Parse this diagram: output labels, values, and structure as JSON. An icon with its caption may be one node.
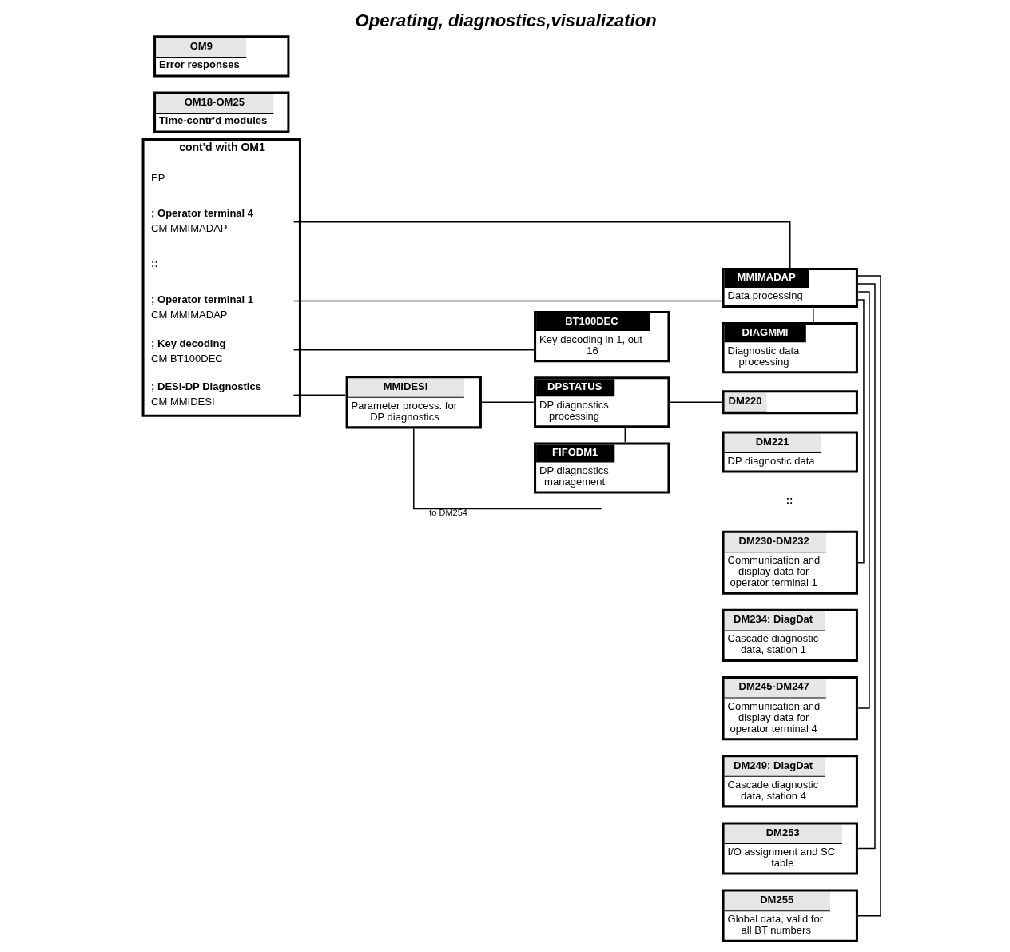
{
  "diagram": {
    "title": "Operating, diagnostics,visualization",
    "nodes": [
      {
        "text": [
          "cont'd with OM1"
        ]
      },
      {
        "text": [
          "; Key decoding",
          "CM BT100DEC"
        ],
        "in": 0
      },
      {
        "text": [
          "; DESI-DP Diagnostics",
          "CM MMIDESI"
        ],
        "in": 0
      },
      {
        "text": [
          "; Operator terminal 1",
          "CM MMIMADAP"
        ],
        "in": 0
      },
      {
        "text": [
          "::"
        ],
        "in": 0
      },
      {
        "text": [
          "; Operator terminal 4",
          "CM MMIMADAP"
        ],
        "in": 0
      },
      {
        "text": [
          "EP"
        ],
        "in": 0
      },
      {
        "text": [
          "BT100DEC",
          "Key decoding in 1, out 16"
        ]
      },
      {
        "text": [
          "MMIDESI",
          "Parameter process. for DP diagnostics"
        ]
      },
      {
        "text": [
          "DPSTATUS",
          "DP diagnostics processing"
        ]
      },
      {
        "text": [
          "FIFODM1",
          "DP diagnostics management"
        ]
      },
      {
        "text": [
          "DM220"
        ]
      },
      {
        "text": [
          "DM221",
          "DP diagnostic data"
        ]
      },
      {
        "text": [
          "MMIMADAP",
          "Data processing"
        ]
      },
      {
        "text": [
          "DIAGMMI",
          "Diagnostic data processing"
        ]
      },
      {
        "text": [
          "DM230-DM232",
          "Communication and display data for operator terminal 1"
        ]
      },
      {
        "text": [
          "DM234: DiagDat",
          "Cascade diagnostic data, station 1"
        ]
      },
      {
        "text": [
          "DM245-DM247",
          "Communication and display data for operator terminal 4"
        ]
      },
      {
        "text": [
          "DM249: DiagDat",
          "Cascade diagnostic data, station 4"
        ]
      },
      {
        "text": [
          "DM253",
          "I/O assignment and SC table"
        ]
      },
      {
        "text": [
          "DM255",
          "Global data, valid for all BT numbers"
        ]
      },
      {
        "text": [
          "OM9",
          "Error responses"
        ]
      },
      {
        "text": [
          "OM18-OM25",
          "Time-contr'd modules"
        ]
      }
    ],
    "edges": [
      {
        "from": 1,
        "to": 7,
        "arrow": "none"
      },
      {
        "from": 2,
        "to": 8,
        "arrow": "none"
      },
      {
        "from": 8,
        "to": 9,
        "arrow": "none"
      },
      {
        "from": 9,
        "to": 11,
        "arrow": "none"
      },
      {
        "from": 9,
        "to": 10,
        "arrow": "none"
      },
      {
        "from": 8,
        "to": null,
        "arrow": "none",
        "label": "to DM254"
      },
      {
        "from": 3,
        "to": 13,
        "arrow": "none"
      },
      {
        "from": 5,
        "to": 13,
        "arrow": "none"
      },
      {
        "from": 13,
        "to": 14,
        "arrow": "none"
      },
      {
        "from": 13,
        "to": 15,
        "arrow": "none"
      },
      {
        "from": 13,
        "to": 17,
        "arrow": "none"
      },
      {
        "from": 13,
        "to": 19,
        "arrow": "none"
      },
      {
        "from": 13,
        "to": 20,
        "arrow": "none"
      }
    ],
    "labels": [
      "::"
    ]
  }
}
